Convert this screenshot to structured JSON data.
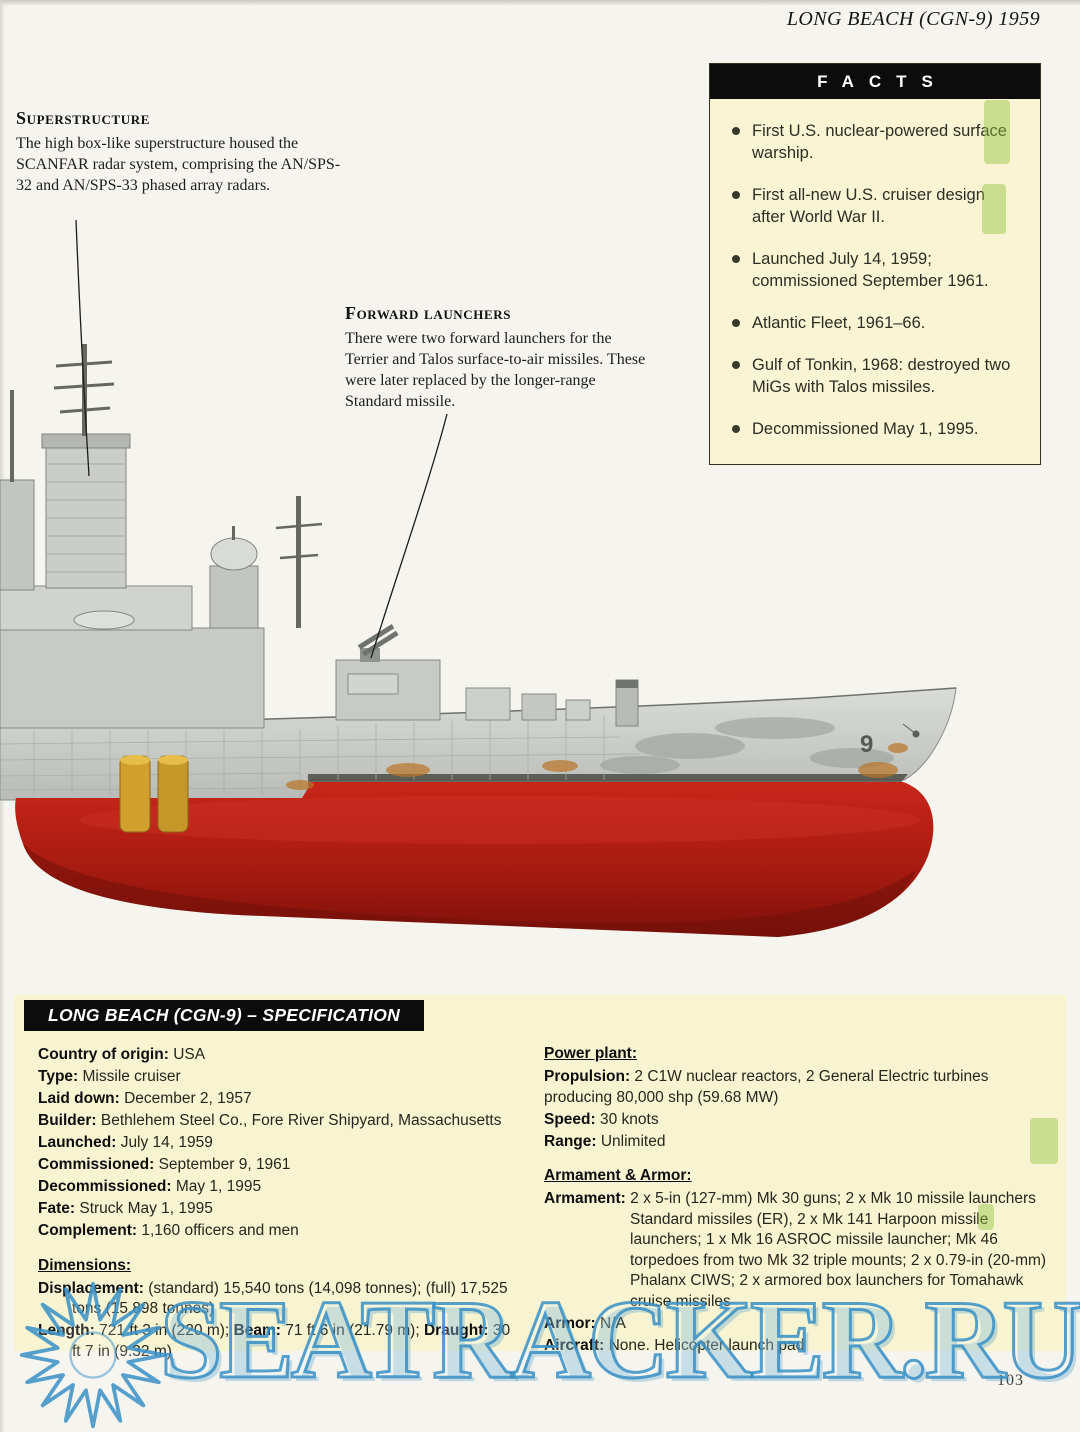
{
  "page": {
    "header_title": "LONG BEACH (CGN-9) 1959",
    "page_number": "103",
    "watermark_text": "SEATRACKER.RU"
  },
  "facts": {
    "title": "FACTS",
    "items": [
      "First U.S. nuclear-powered surface warship.",
      "First all-new U.S. cruiser design after World War II.",
      "Launched July 14, 1959; commissioned September 1961.",
      "Atlantic Fleet, 1961–66.",
      "Gulf of Tonkin, 1968: destroyed two MiGs with Talos missiles.",
      "Decommissioned May 1, 1995."
    ]
  },
  "callouts": {
    "superstructure": {
      "title": "Superstructure",
      "body": "The high box-like superstructure housed the SCANFAR radar system, comprising the AN/SPS-32 and AN/SPS-33 phased array radars."
    },
    "forward_launchers": {
      "title": "Forward launchers",
      "body": "There were two forward launchers for the Terrier and Talos surface-to-air missiles. These were later replaced by the longer-range Standard missile."
    }
  },
  "illustration": {
    "hull_number": "9",
    "hull_red_color": "#b01f16",
    "superstructure_gray_color": "#c8cbc5",
    "cutaway_cylinder_color": "#d2a02e"
  },
  "spec": {
    "title": "LONG BEACH (CGN-9) – SPECIFICATION",
    "left_rows": [
      {
        "label": "Country of origin:",
        "value": "USA"
      },
      {
        "label": "Type:",
        "value": "Missile cruiser"
      },
      {
        "label": "Laid down:",
        "value": "December 2, 1957"
      },
      {
        "label": "Builder:",
        "value": "Bethlehem Steel Co., Fore River Shipyard, Massachusetts"
      },
      {
        "label": "Launched:",
        "value": "July 14, 1959"
      },
      {
        "label": "Commissioned:",
        "value": "September 9, 1961"
      },
      {
        "label": "Decommissioned:",
        "value": "May 1, 1995"
      },
      {
        "label": "Fate:",
        "value": "Struck May 1, 1995"
      },
      {
        "label": "Complement:",
        "value": "1,160 officers and men"
      }
    ],
    "dimensions_header": "Dimensions:",
    "displacement": {
      "label": "Displacement:",
      "value": "(standard) 15,540 tons (14,098 tonnes); (full) 17,525 tons (15,898 tonnes)"
    },
    "size_parts": [
      {
        "label": "Length:",
        "value": "721 ft 3 in (220 m); "
      },
      {
        "label": "Beam:",
        "value": "71 ft 6 in (21.79 m); "
      },
      {
        "label": "Draught:",
        "value": "30 ft 7 in (9.32 m)"
      }
    ],
    "power_header": "Power plant:",
    "power_rows": [
      {
        "label": "Propulsion:",
        "value": "2 C1W nuclear reactors, 2 General Electric turbines producing 80,000 shp (59.68 MW)"
      },
      {
        "label": "Speed:",
        "value": "30 knots"
      },
      {
        "label": "Range:",
        "value": "Unlimited"
      }
    ],
    "armament_header": "Armament & Armor:",
    "armament_rows": [
      {
        "label": "Armament:",
        "value": "2 x 5-in (127-mm) Mk 30 guns; 2 x Mk 10 missile launchers Standard missiles (ER), 2 x Mk 141 Harpoon missile launchers; 1 x Mk 16 ASROC missile launcher; Mk 46 torpedoes from two Mk 32 triple mounts; 2 x 0.79-in (20-mm) Phalanx CIWS; 2 x armored box launchers for Tomahawk cruise missiles"
      },
      {
        "label": "Armor:",
        "value": "N/A"
      },
      {
        "label": "Aircraft:",
        "value": "None. Helicopter launch pad"
      }
    ]
  }
}
